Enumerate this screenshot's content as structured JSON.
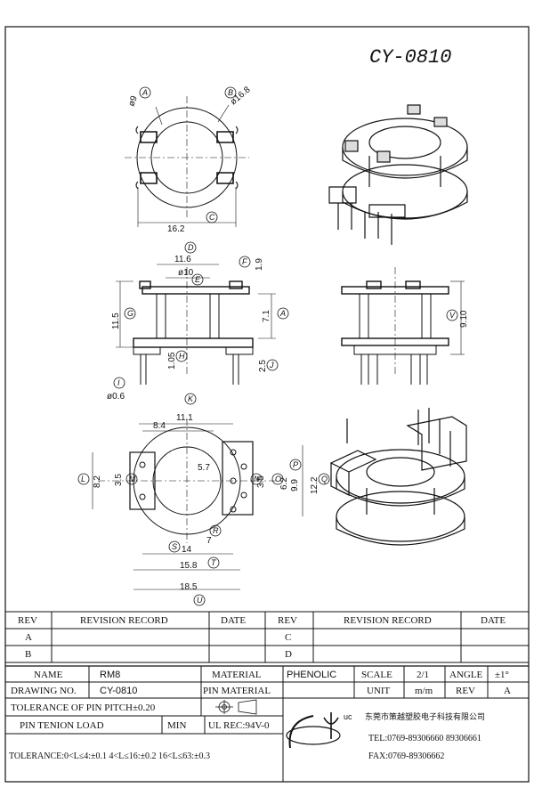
{
  "title": "CY-0810",
  "views": {
    "top": {
      "dims": [
        "16.2",
        "ø16.8",
        "ø9"
      ],
      "labels": [
        "A",
        "B",
        "C"
      ]
    },
    "front": {
      "dims": [
        "11.6",
        "ø10",
        "1.9",
        "11.5",
        "7.1",
        "1.05",
        "2.5",
        "ø0.6"
      ],
      "labels": [
        "D",
        "E",
        "F",
        "G",
        "A",
        "H",
        "J",
        "I"
      ]
    },
    "side": {
      "dims": [
        "9.10"
      ],
      "labels": [
        "V"
      ]
    },
    "bottom": {
      "dims": [
        "11.1",
        "8.4",
        "8.2",
        "3.5",
        "5.7",
        "3.5",
        "6.2",
        "9.9",
        "12.2",
        "14",
        "7",
        "15.8",
        "18.5"
      ],
      "labels": [
        "K",
        "L",
        "M",
        "N",
        "O",
        "P",
        "Q",
        "S",
        "R",
        "T",
        "U"
      ]
    }
  },
  "revision": {
    "headers": [
      "REV",
      "REVISION RECORD",
      "DATE",
      "REV",
      "REVISION RECORD",
      "DATE"
    ],
    "rows": [
      "A",
      "B",
      "C",
      "D"
    ]
  },
  "titleblock": {
    "name_label": "NAME",
    "name_value": "RM8",
    "drawing_label": "DRAWING NO.",
    "drawing_value": "CY-0810",
    "material_label": "MATERIAL",
    "material_value": "PHENOLIC",
    "pin_material_label": "PIN MATERIAL",
    "scale_label": "SCALE",
    "scale_value": "2/1",
    "angle_label": "ANGLE",
    "angle_value": "±1°",
    "unit_label": "UNIT",
    "unit_value": "m/m",
    "rev_label": "REV",
    "rev_value": "A",
    "pitch_tol": "TOLERANCE OF PIN PITCH±0.20",
    "tension_label": "PIN TENION LOAD",
    "tension_value": "MIN",
    "ul": "UL REC:94V-0",
    "tolerance": "TOLERANCE:0<L≤4:±0.1  4<L≤16:±0.2  16<L≤63:±0.3",
    "company": "东莞市策越塑胶电子科技有限公司",
    "tel": "TEL:0769-89306660 89306661",
    "fax": "FAX:0769-89306662",
    "logo_text": "uc"
  }
}
